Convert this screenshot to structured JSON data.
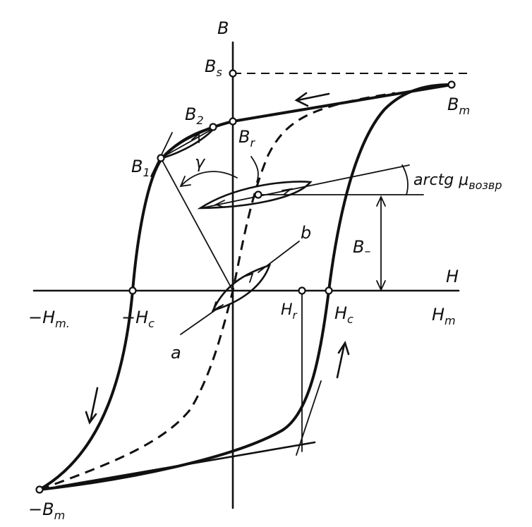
{
  "diagram": {
    "labels": {
      "axis_b": "B",
      "axis_h": "H",
      "bs": "B",
      "bs_sub": "s",
      "bm_top": "B",
      "bm_top_sub": "m",
      "b2": "B",
      "b2_sub": "2",
      "br": "B",
      "br_sub": "r",
      "b1": "B",
      "b1_sub": "1",
      "gamma": "γ",
      "arctg": "arctg μ",
      "arctg_sub": "возвр",
      "b_minus": "B",
      "b_minus_sub": "–",
      "small_b": "b",
      "small_a": "a",
      "neg_hm": "−H",
      "neg_hm_sub": "m.",
      "neg_hc": "−H",
      "neg_hc_sub": "c",
      "hr": "H",
      "hr_sub": "r",
      "hc": "H",
      "hc_sub": "c",
      "hm": "H",
      "hm_sub": "m",
      "neg_bm": "−B",
      "neg_bm_sub": "m"
    }
  }
}
